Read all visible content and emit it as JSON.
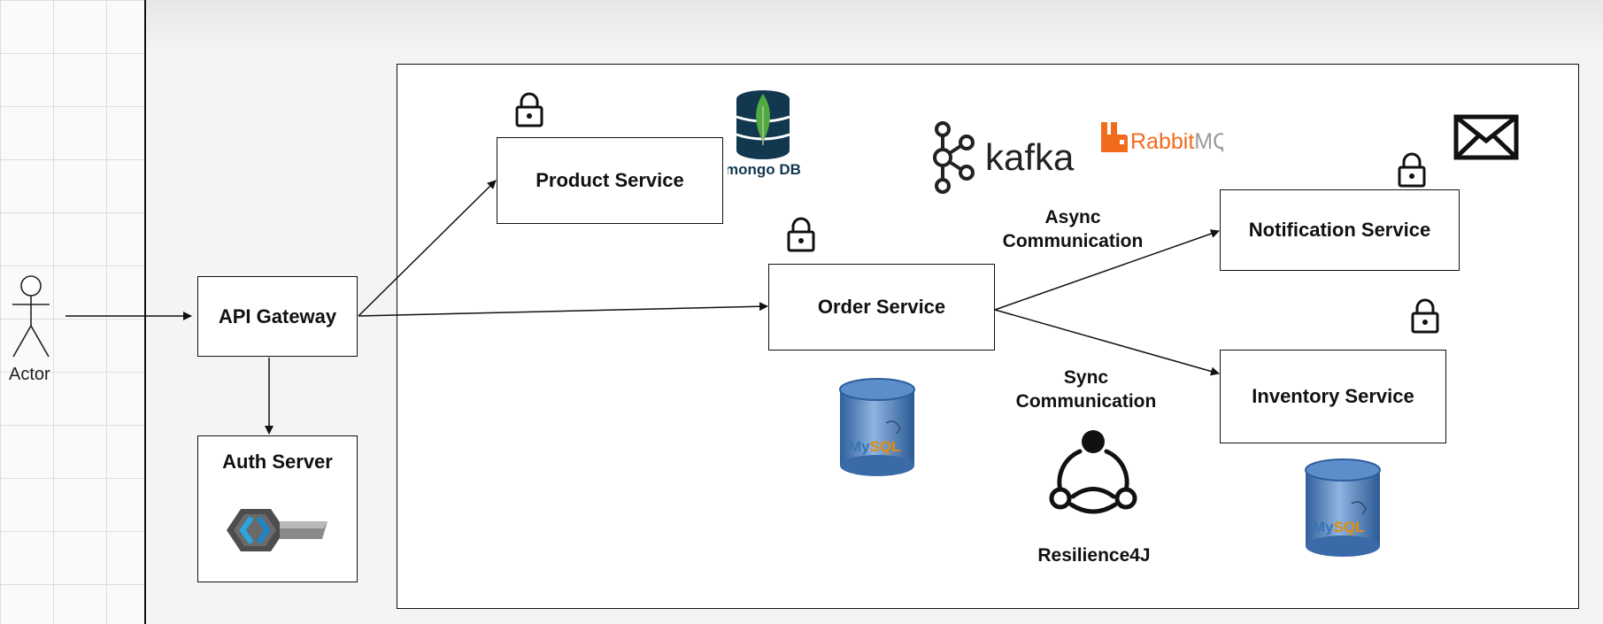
{
  "actor": {
    "label": "Actor"
  },
  "boxes": {
    "api_gateway": "API Gateway",
    "auth_server": "Auth Server",
    "product_service": "Product Service",
    "order_service": "Order Service",
    "notification_service": "Notification Service",
    "inventory_service": "Inventory Service"
  },
  "labels": {
    "async_line1": "Async",
    "async_line2": "Communication",
    "sync_line1": "Sync",
    "sync_line2": "Communication",
    "resilience": "Resilience4J"
  },
  "logos": {
    "mongodb": "mongo DB",
    "kafka": "kafka",
    "rabbitmq_prefix": "Rabbit",
    "rabbitmq_suffix": "MQ",
    "mysql_prefix": "My",
    "mysql_suffix": "SQL"
  },
  "icons": [
    "lock-icon",
    "envelope-icon",
    "user-icon",
    "keycloak-icon",
    "mongodb-icon",
    "kafka-icon",
    "rabbitmq-icon",
    "mysql-icon",
    "resilience4j-icon"
  ],
  "colors": {
    "mongo_green": "#4faa41",
    "mongo_navy": "#12384f",
    "rabbit_orange": "#f26b1d",
    "mysql_blue": "#3c73b2",
    "mysql_orange": "#e48e00",
    "keycloak_blue": "#28a7e2"
  }
}
